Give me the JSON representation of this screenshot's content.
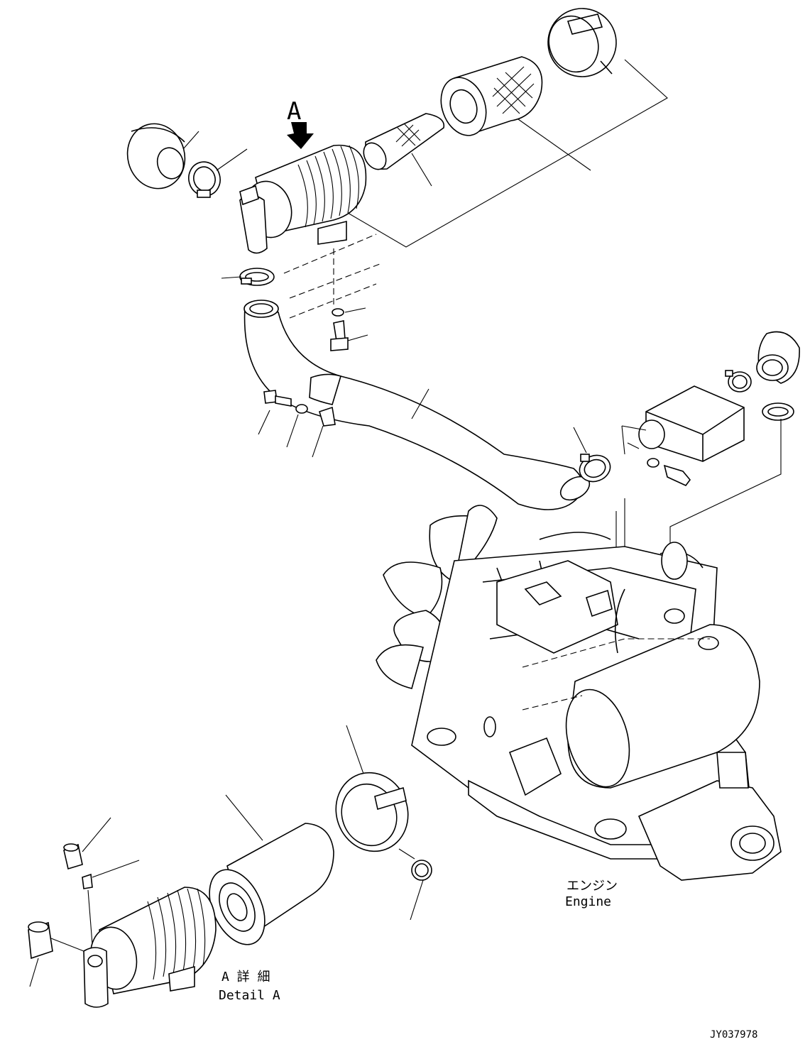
{
  "labels": {
    "view_marker": "A",
    "engine_jp": "エンジン",
    "engine_en": "Engine",
    "detail_jp": "A 詳 細",
    "detail_en": "Detail A",
    "drawing_id": "JY037978"
  }
}
